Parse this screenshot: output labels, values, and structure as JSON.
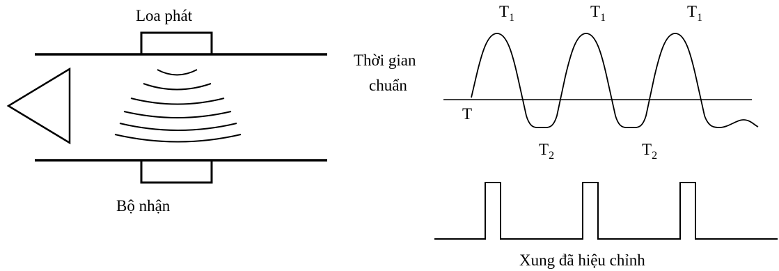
{
  "labels": {
    "transmitter": "Loa phát",
    "receiver": "Bộ nhận",
    "reference_time_line1": "Thời gian",
    "reference_time_line2": "chuẩn",
    "t_marker": "T",
    "peak_letter": "T",
    "peak_sub": "1",
    "trough_letter": "T",
    "trough_sub": "2",
    "pulse_caption": "Xung đã hiệu chỉnh"
  },
  "colors": {
    "ink": "#000000",
    "background": "#ffffff"
  }
}
